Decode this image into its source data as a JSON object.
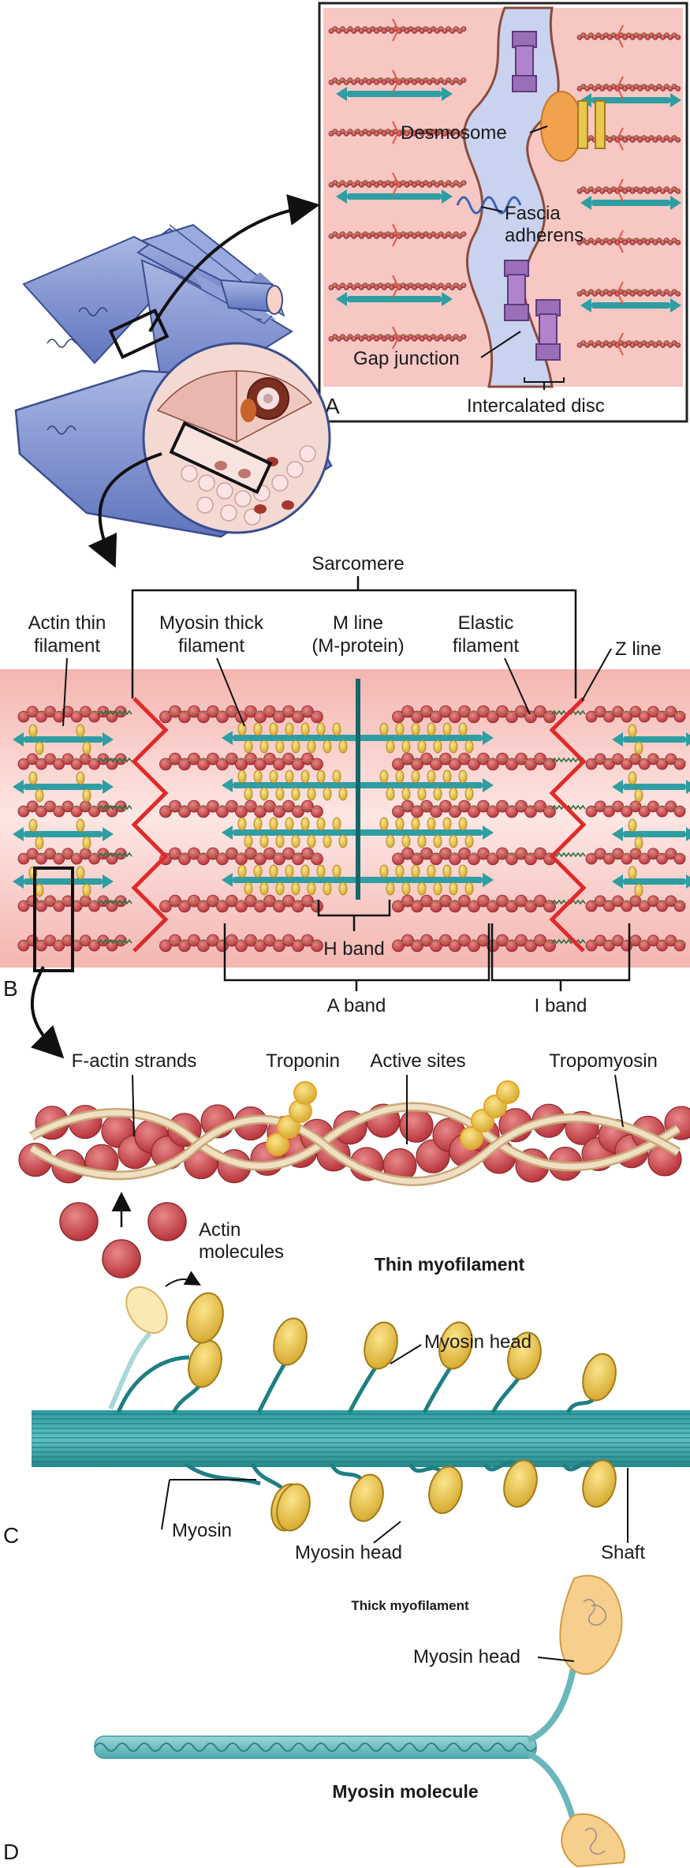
{
  "panels": {
    "a": "A",
    "b": "B",
    "c": "C",
    "d": "D"
  },
  "panel_a": {
    "desmosome": "Desmosome",
    "fascia_line1": "Fascia",
    "fascia_line2": "adherens",
    "gap_junction": "Gap junction",
    "intercalated_disc": "Intercalated disc"
  },
  "panel_b": {
    "sarcomere": "Sarcomere",
    "actin_line1": "Actin thin",
    "actin_line2": "filament",
    "myosin_line1": "Myosin thick",
    "myosin_line2": "filament",
    "mline_line1": "M line",
    "mline_line2": "(M-protein)",
    "elastic_line1": "Elastic",
    "elastic_line2": "filament",
    "zline": "Z line",
    "h_band": "H band",
    "a_band": "A band",
    "i_band": "I band"
  },
  "thin": {
    "f_actin": "F-actin strands",
    "troponin": "Troponin",
    "active_sites": "Active sites",
    "tropomyosin": "Tropomyosin",
    "actin_line1": "Actin",
    "actin_line2": "molecules",
    "title": "Thin myofilament"
  },
  "thick": {
    "myosin_head_top": "Myosin head",
    "myosin": "Myosin",
    "myosin_head_bottom": "Myosin head",
    "shaft": "Shaft",
    "title": "Thick myofilament"
  },
  "molecule": {
    "myosin_head": "Myosin head",
    "title": "Myosin molecule"
  },
  "colors": {
    "pink_bg": "#f6c7c3",
    "actin": "#c8454a",
    "myosin": "#2e9ea3",
    "head": "#e9c64c",
    "zline": "#e02a2a",
    "tissue": "#7d8fc9"
  }
}
